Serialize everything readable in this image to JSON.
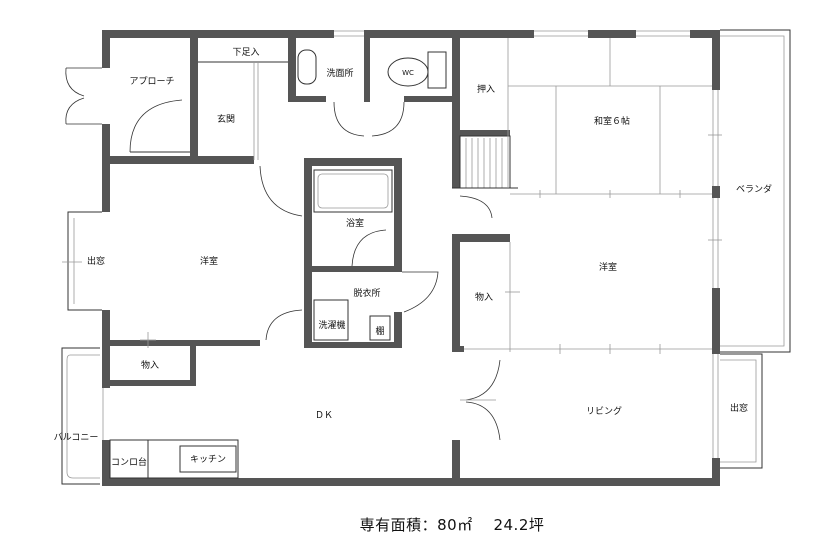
{
  "rooms": {
    "approach": "アプローチ",
    "shoe_closet": "下足入",
    "entrance": "玄関",
    "washroom": "洗面所",
    "wc": "WC",
    "oshiire": "押入",
    "washitsu": "和室６帖",
    "veranda": "ベランダ",
    "bay_window_left": "出窓",
    "youshitsu_left": "洋室",
    "bathroom": "浴室",
    "dressing_room": "脱衣所",
    "washing_machine": "洗濯機",
    "shelf": "棚",
    "storage_right": "物入",
    "youshitsu_right": "洋室",
    "storage_left": "物入",
    "dk": "ＤＫ",
    "living": "リビング",
    "bay_window_right": "出窓",
    "balcony": "バルコニー",
    "stove_stand": "コンロ台",
    "kitchen": "キッチン"
  },
  "footer": {
    "area_text": "専有面積：80㎡　 24.2坪"
  }
}
